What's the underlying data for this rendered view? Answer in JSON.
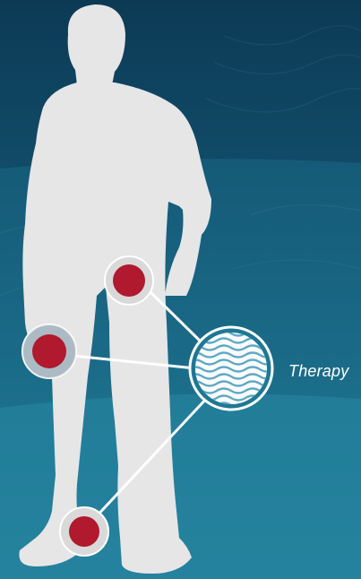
{
  "therapy_label": "Therapy",
  "colors": {
    "background_top": "#0d3f5a",
    "background_bottom": "#2a8da6",
    "silhouette": "#e6e6e6",
    "marker_fill": "#b0192e",
    "marker_ring": "#ffffff",
    "connector_line": "#ffffff",
    "wave_pattern": "#5fa8c6"
  },
  "markers": [
    {
      "name": "hip-marker",
      "icon": "pain-point-icon"
    },
    {
      "name": "hand-marker",
      "icon": "pain-point-icon"
    },
    {
      "name": "ankle-marker",
      "icon": "pain-point-icon"
    }
  ],
  "hub": {
    "icon": "wave-therapy-icon"
  }
}
